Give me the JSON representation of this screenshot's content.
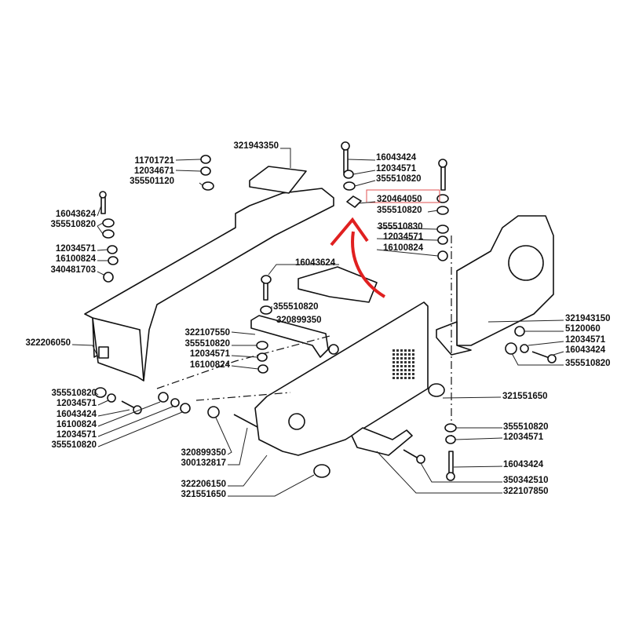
{
  "title": "Exploded parts diagram - frame assembly",
  "highlight_color": "#e05050",
  "arrow_color": "#e02020",
  "labels": {
    "l1": "16043624",
    "l2": "355510820",
    "l3": "12034571",
    "l4": "16100824",
    "l5": "340481703",
    "t1": "11701721",
    "t2": "12034671",
    "t3": "355501120",
    "t4": "321943350",
    "m1": "16043624",
    "m2": "355510820",
    "m3": "320899350",
    "m4": "322107550",
    "m5": "355510820",
    "m6": "12034571",
    "m7": "16100824",
    "c1": "322206050",
    "b1": "355510820",
    "b2": "12034571",
    "b3": "16043424",
    "b4": "16100824",
    "b5": "12034571",
    "b6": "355510820",
    "b7": "320899350",
    "b8": "300132817",
    "b9": "322206150",
    "b10": "321551650",
    "r1": "16043424",
    "r2": "12034571",
    "r3": "355510820",
    "r4": "320464050",
    "r5": "355510820",
    "r6": "355510830",
    "r7": "12034571",
    "r8": "16100824",
    "s1": "321943150",
    "s2": "5120060",
    "s3": "12034571",
    "s4": "16043424",
    "s5": "355510820",
    "s6": "321551650",
    "s7": "355510820",
    "s8": "12034571",
    "s9": "16043424",
    "s10": "350342510",
    "s11": "322107850"
  }
}
